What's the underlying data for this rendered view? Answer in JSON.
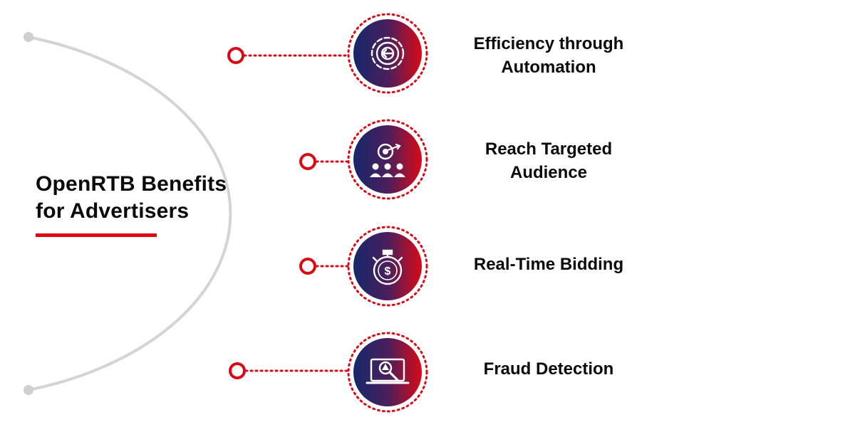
{
  "title": {
    "line1": "OpenRTB Benefits",
    "line2": "for Advertisers"
  },
  "colors": {
    "accent_red": "#d90a16",
    "navy": "#16286b",
    "arc_gray": "#d4d4d4",
    "text": "#0b0b0b",
    "icon_white": "#ffffff"
  },
  "benefits": [
    {
      "lines": [
        "Efficiency through",
        "Automation"
      ],
      "icon": "gear-automation-icon"
    },
    {
      "lines": [
        "Reach Targeted",
        "Audience"
      ],
      "icon": "target-audience-icon"
    },
    {
      "lines": [
        "Real-Time Bidding"
      ],
      "icon": "stopwatch-dollar-icon"
    },
    {
      "lines": [
        "Fraud Detection"
      ],
      "icon": "laptop-alert-magnifier-icon"
    }
  ]
}
